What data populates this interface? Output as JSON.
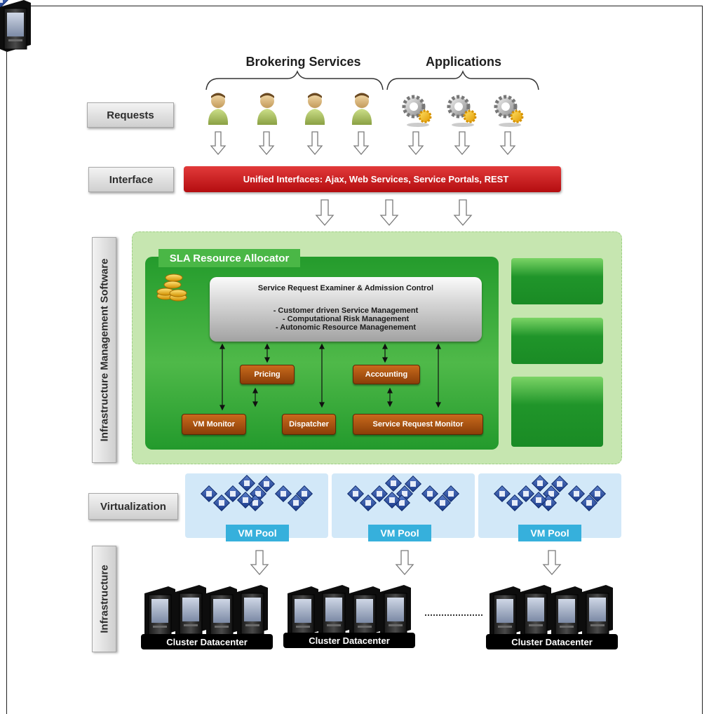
{
  "layers": {
    "requests": "Requests",
    "interface": "Interface",
    "infrastructure_management_software": "Infrastructure Management Software",
    "virtualization": "Virtualization",
    "infrastructure": "Infrastructure"
  },
  "groups": {
    "brokering_services": "Brokering Services",
    "applications": "Applications"
  },
  "request_icons": {
    "users": [
      "user-icon",
      "user-icon",
      "user-icon",
      "user-icon"
    ],
    "applications": [
      "gear-icon",
      "gear-icon",
      "gear-icon"
    ]
  },
  "interface_bar": "Unified Interfaces: Ajax, Web Services, Service Portals, REST",
  "sla": {
    "title": "SLA Resource Allocator",
    "icon": "coins-icon",
    "examiner": {
      "title": "Service Request Examiner & Admission Control",
      "lines": [
        "- Customer driven Service Management",
        "- Computational Risk Management",
        "- Autonomic Resource Managenement"
      ]
    },
    "components": {
      "pricing": "Pricing",
      "accounting": "Accounting",
      "vm_monitor": "VM Monitor",
      "dispatcher": "Dispatcher",
      "service_request_monitor": "Service Request Monitor"
    }
  },
  "vm_pools": [
    {
      "label": "VM Pool"
    },
    {
      "label": "VM Pool"
    },
    {
      "label": "VM Pool"
    }
  ],
  "datacenters": [
    {
      "label": "Cluster Datacenter"
    },
    {
      "label": "Cluster Datacenter"
    },
    {
      "label": "Cluster Datacenter"
    }
  ],
  "colors": {
    "interface_red": "#c8181c",
    "sla_green": "#33a83a",
    "ims_background": "#c6e6b0",
    "component_brown": "#a4500f",
    "vm_pool_blue": "#36b0dc",
    "virtualization_background": "#d2e8f8"
  }
}
